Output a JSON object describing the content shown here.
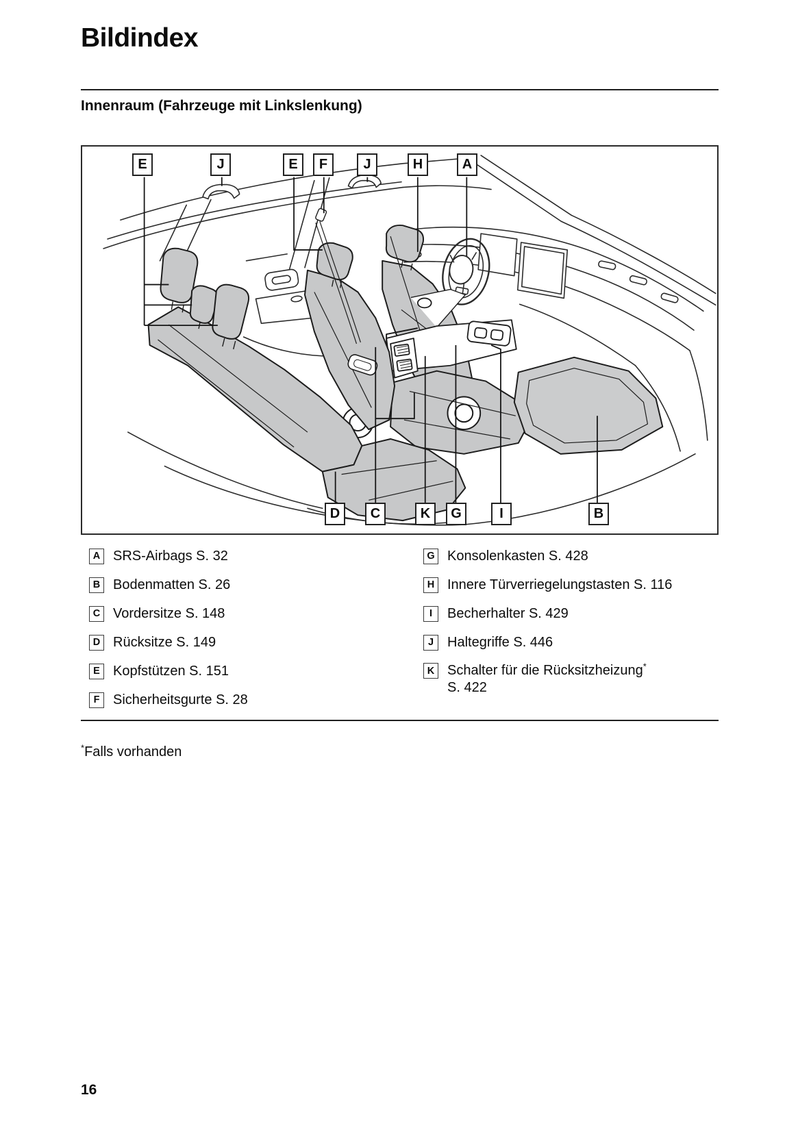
{
  "page": {
    "title": "Bildindex",
    "section_heading": "Innenraum (Fahrzeuge mit Linkslenkung)",
    "footnote_marker": "*",
    "footnote_text": "Falls vorhanden",
    "page_number": "16"
  },
  "diagram": {
    "top_labels": [
      "E",
      "J",
      "E",
      "F",
      "J",
      "H",
      "A"
    ],
    "bottom_labels": [
      "D",
      "C",
      "K",
      "G",
      "I",
      "B"
    ]
  },
  "legend": {
    "left": [
      {
        "key": "A",
        "text": "SRS-Airbags S. 32"
      },
      {
        "key": "B",
        "text": "Bodenmatten S. 26"
      },
      {
        "key": "C",
        "text": "Vordersitze S. 148"
      },
      {
        "key": "D",
        "text": "Rücksitze S. 149"
      },
      {
        "key": "E",
        "text": "Kopfstützen S. 151"
      },
      {
        "key": "F",
        "text": "Sicherheitsgurte S. 28"
      }
    ],
    "right": [
      {
        "key": "G",
        "text": "Konsolenkasten S. 428"
      },
      {
        "key": "H",
        "text": "Innere Türverriegelungstasten S. 116"
      },
      {
        "key": "I",
        "text": "Becherhalter S. 429"
      },
      {
        "key": "J",
        "text": "Haltegriffe S. 446"
      },
      {
        "key": "K",
        "text": "Schalter für die Rücksitzheizung",
        "sup": "*",
        "line2": "S. 422"
      }
    ]
  },
  "colors": {
    "line": "#1c1c1c",
    "seat_fill": "#c7c8c9",
    "mat_fill": "#cbcccd"
  }
}
